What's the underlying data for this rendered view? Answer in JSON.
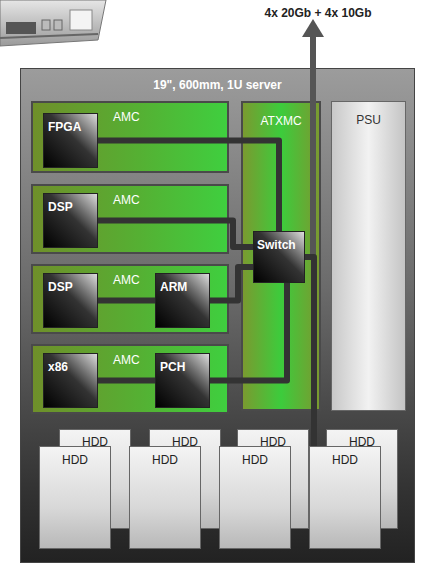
{
  "diagram": {
    "nodes": [
      {
        "text": [
          "19\", 600mm, 1U server"
        ]
      },
      {
        "text": [
          "AMC"
        ],
        "in": 0
      },
      {
        "text": [
          "FPGA"
        ],
        "in": 1
      },
      {
        "text": [
          "ATXMC"
        ],
        "in": 0
      },
      {
        "text": [
          "PSU"
        ],
        "in": 0
      },
      {
        "text": [
          "Switch"
        ],
        "in": 3
      },
      {
        "text": [
          "AMC"
        ],
        "in": 0
      },
      {
        "text": [
          "DSP"
        ],
        "in": 6
      },
      {
        "text": [
          "AMC"
        ],
        "in": 0
      },
      {
        "text": [
          "DSP"
        ],
        "in": 8
      },
      {
        "text": [
          "ARM"
        ],
        "in": 8
      },
      {
        "text": [
          "AMC"
        ],
        "in": 0
      },
      {
        "text": [
          "x86"
        ],
        "in": 11
      },
      {
        "text": [
          "PCH"
        ],
        "in": 11
      },
      {
        "text": [
          "HDD"
        ],
        "in": 0
      },
      {
        "text": [
          "HDD"
        ],
        "in": 0
      },
      {
        "text": [
          "HDD"
        ],
        "in": 0
      },
      {
        "text": [
          "HDD"
        ],
        "in": 0
      },
      {
        "text": [
          "HDD"
        ],
        "in": 0
      },
      {
        "text": [
          "HDD"
        ],
        "in": 0
      },
      {
        "text": [
          "HDD"
        ],
        "in": 0
      },
      {
        "text": [
          "HDD"
        ],
        "in": 0
      }
    ],
    "edges": [
      {
        "from": 2,
        "to": 5,
        "arrow": "none"
      },
      {
        "from": 7,
        "to": 5,
        "arrow": "none"
      },
      {
        "from": 9,
        "to": 10,
        "arrow": "none"
      },
      {
        "from": 10,
        "to": 5,
        "arrow": "none"
      },
      {
        "from": 12,
        "to": 13,
        "arrow": "none"
      },
      {
        "from": 13,
        "to": 5,
        "arrow": "none"
      },
      {
        "from": 5,
        "to": 21,
        "arrow": "none"
      }
    ],
    "labels": [
      "4x 20Gb + 4x 10Gb"
    ]
  }
}
